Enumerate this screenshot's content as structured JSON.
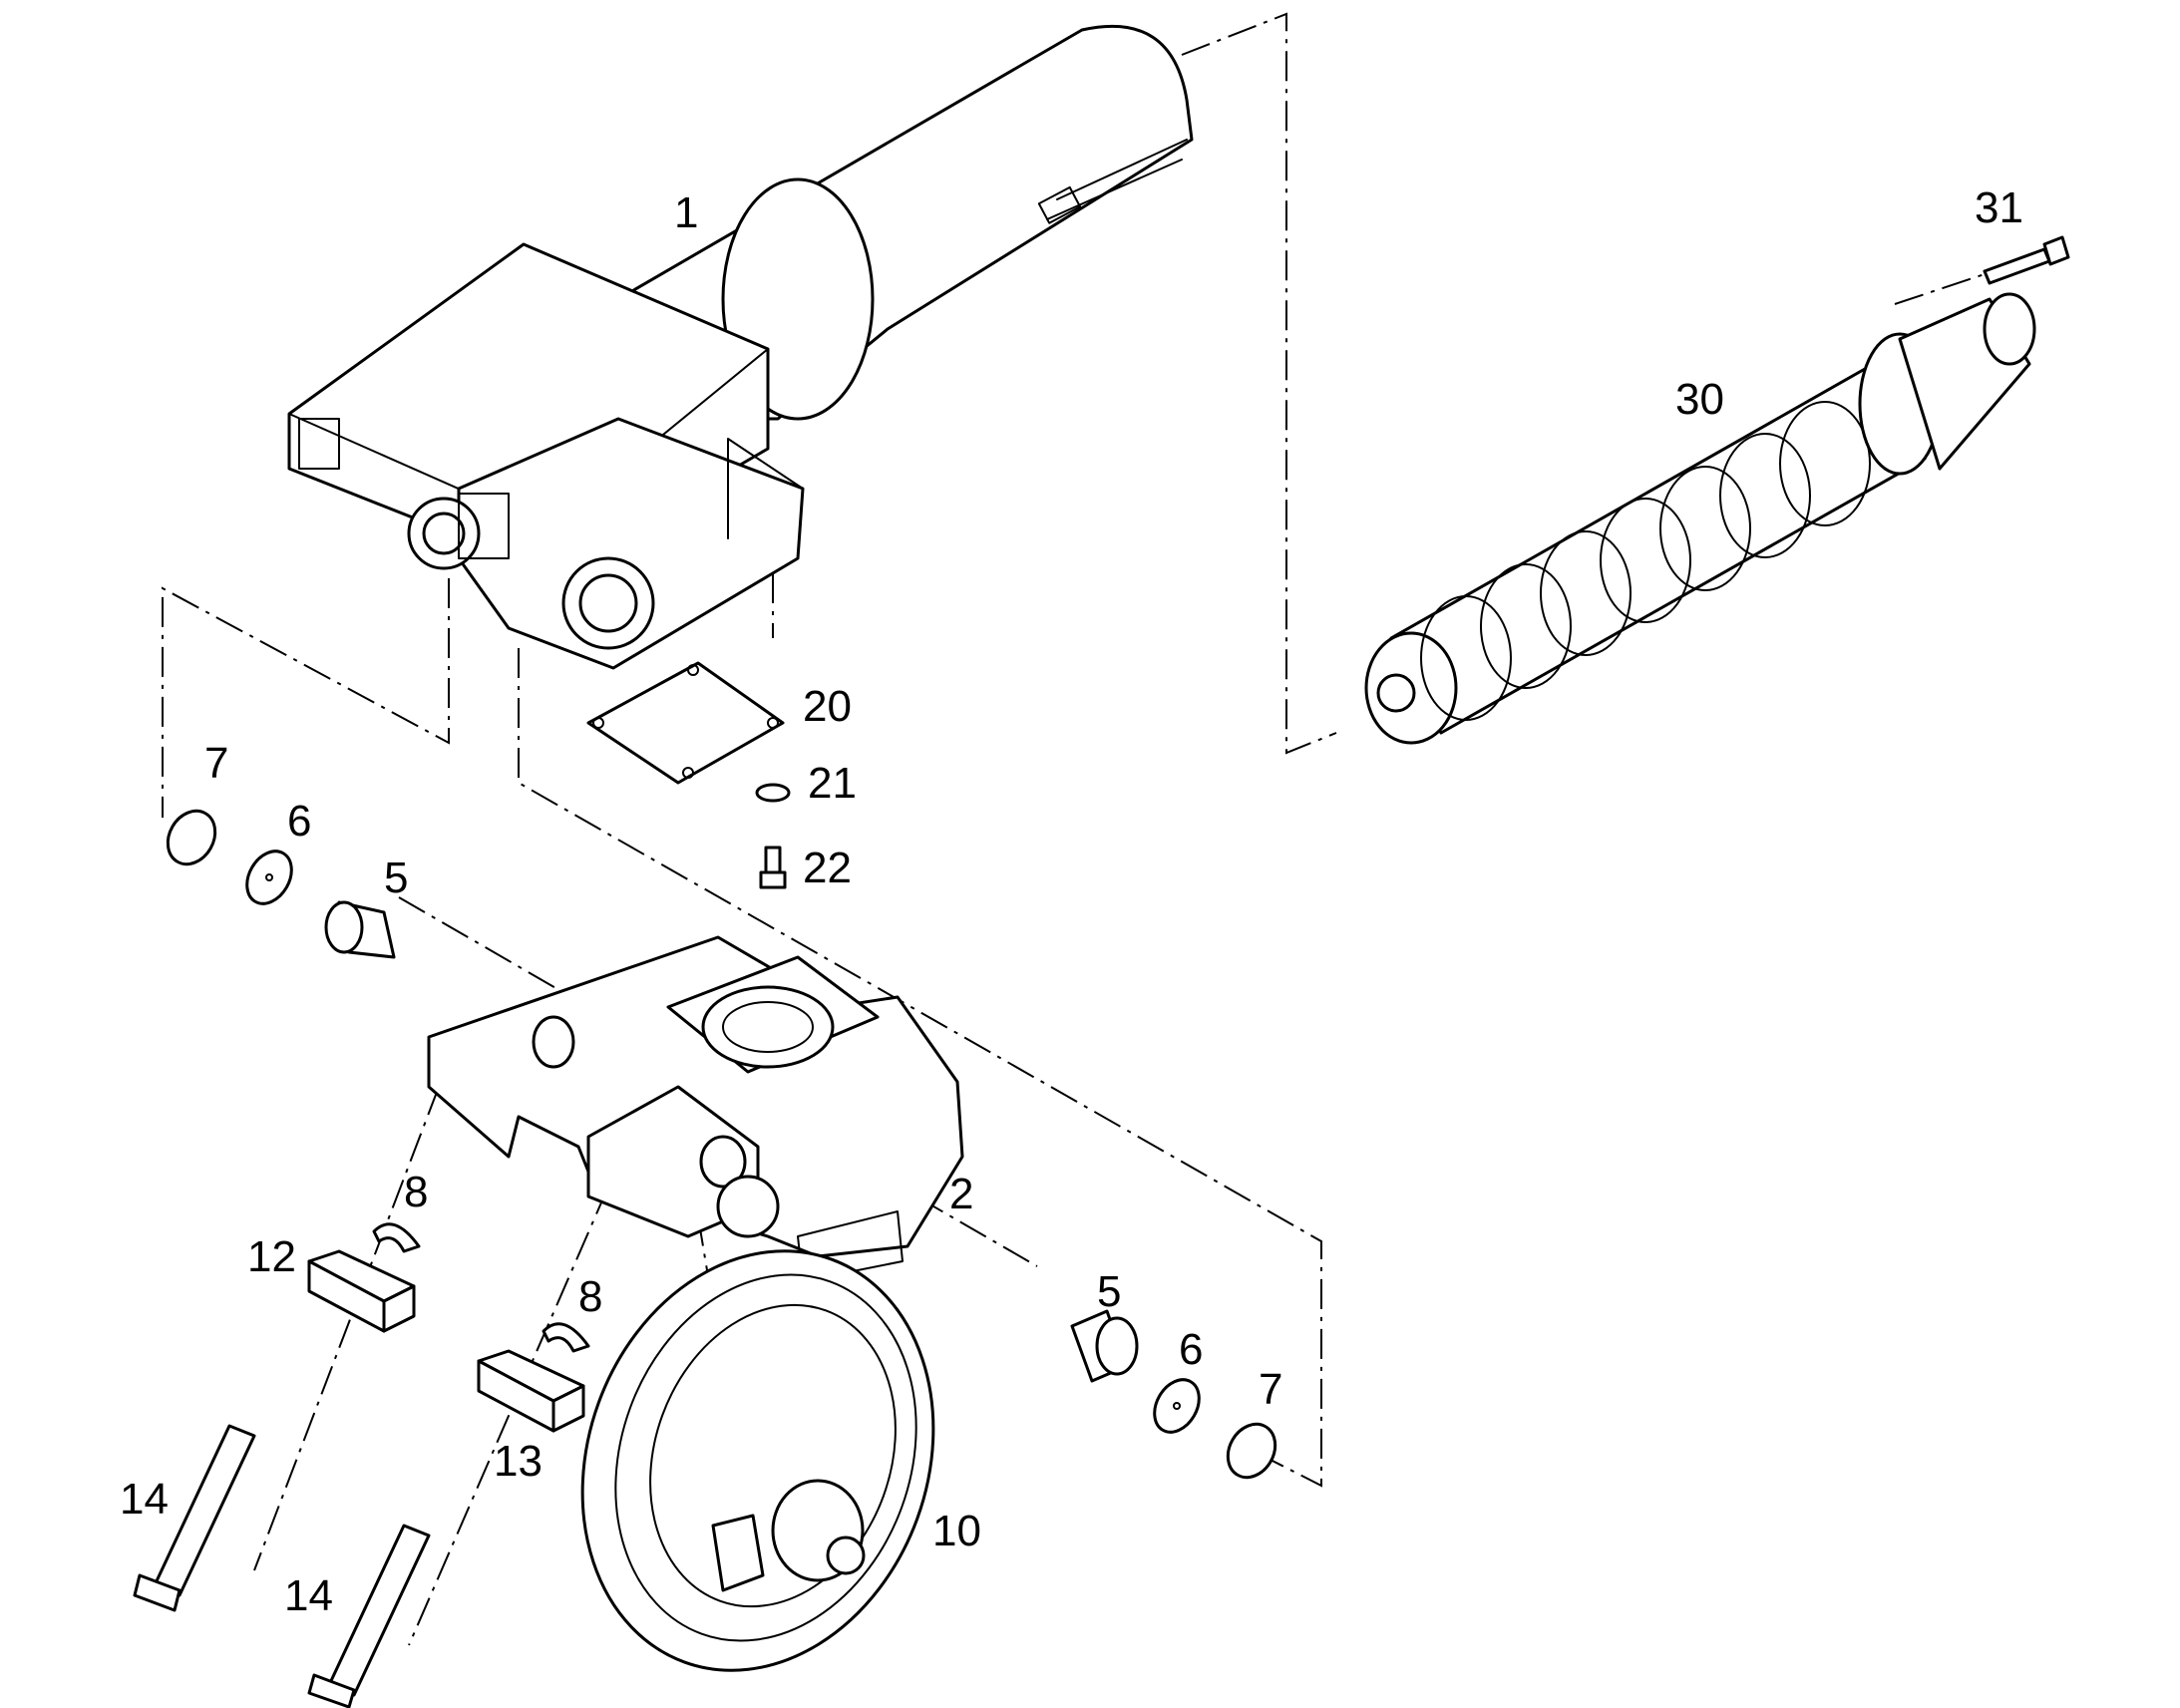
{
  "callouts": {
    "c1": "1",
    "c2": "2",
    "c5a": "5",
    "c5b": "5",
    "c6a": "6",
    "c6b": "6",
    "c7a": "7",
    "c7b": "7",
    "c8a": "8",
    "c8b": "8",
    "c10": "10",
    "c12": "12",
    "c13": "13",
    "c14a": "14",
    "c14b": "14",
    "c20": "20",
    "c21": "21",
    "c22": "22",
    "c30": "30",
    "c31": "31"
  },
  "colors": {
    "line": "#000000",
    "background": "#ffffff"
  }
}
